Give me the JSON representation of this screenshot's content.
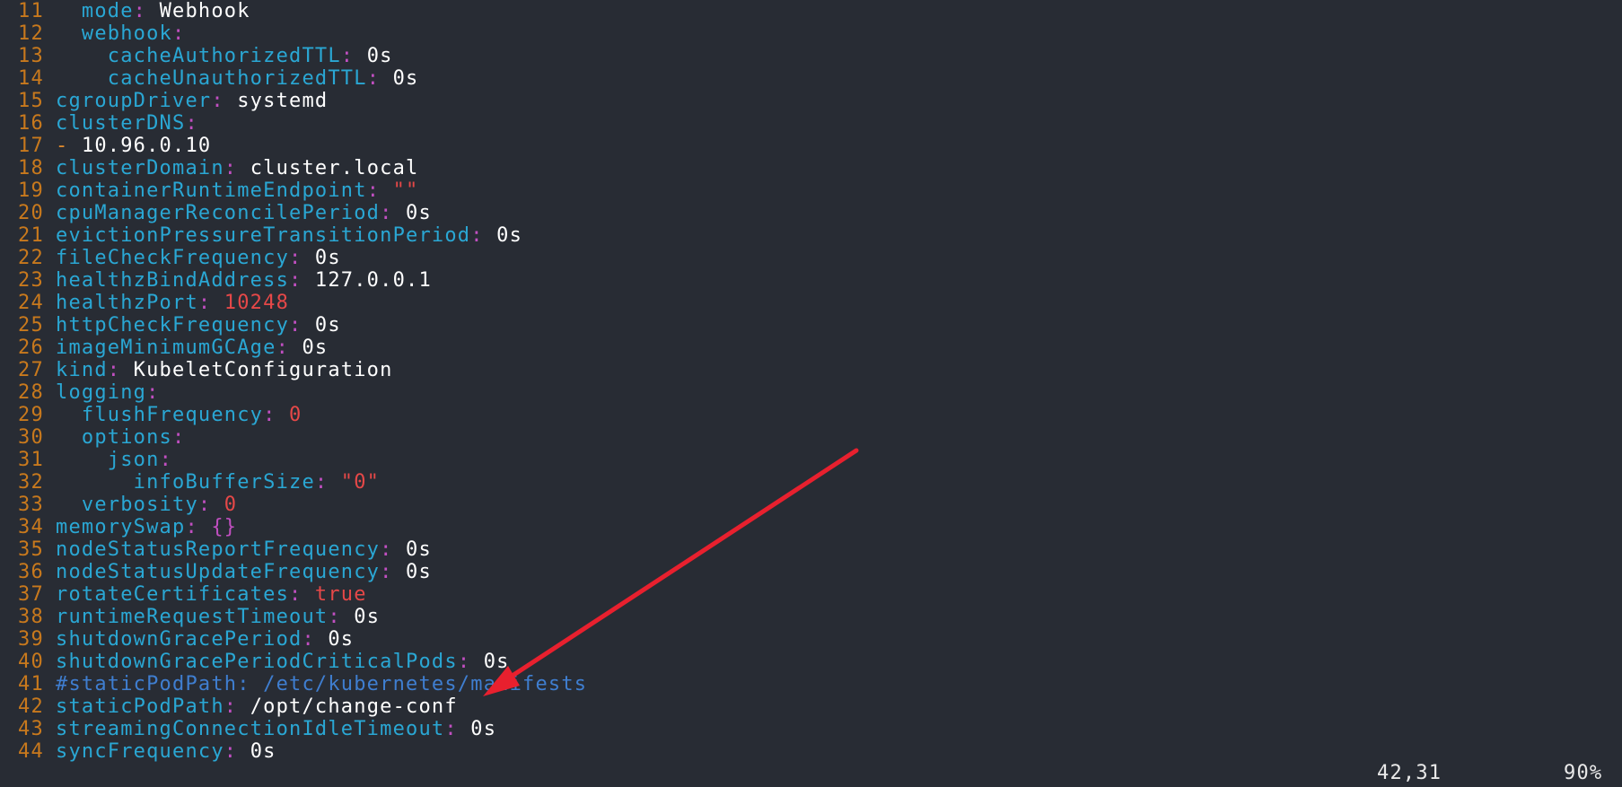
{
  "editor": {
    "lines": [
      {
        "n": "11",
        "indent": "  ",
        "key": "mode",
        "sep": ": ",
        "val": "Webhook",
        "vtype": "v"
      },
      {
        "n": "12",
        "indent": "  ",
        "key": "webhook",
        "sep": ":",
        "val": "",
        "vtype": "v"
      },
      {
        "n": "13",
        "indent": "    ",
        "key": "cacheAuthorizedTTL",
        "sep": ": ",
        "val": "0s",
        "vtype": "v"
      },
      {
        "n": "14",
        "indent": "    ",
        "key": "cacheUnauthorizedTTL",
        "sep": ": ",
        "val": "0s",
        "vtype": "v"
      },
      {
        "n": "15",
        "indent": "",
        "key": "cgroupDriver",
        "sep": ": ",
        "val": "systemd",
        "vtype": "v"
      },
      {
        "n": "16",
        "indent": "",
        "key": "clusterDNS",
        "sep": ":",
        "val": "",
        "vtype": "v"
      },
      {
        "n": "17",
        "indent": "",
        "dash": "- ",
        "key": "",
        "sep": "",
        "val": "10.96.0.10",
        "vtype": "v"
      },
      {
        "n": "18",
        "indent": "",
        "key": "clusterDomain",
        "sep": ": ",
        "val": "cluster.local",
        "vtype": "v"
      },
      {
        "n": "19",
        "indent": "",
        "key": "containerRuntimeEndpoint",
        "sep": ": ",
        "val": "\"\"",
        "vtype": "r"
      },
      {
        "n": "20",
        "indent": "",
        "key": "cpuManagerReconcilePeriod",
        "sep": ": ",
        "val": "0s",
        "vtype": "v"
      },
      {
        "n": "21",
        "indent": "",
        "key": "evictionPressureTransitionPeriod",
        "sep": ": ",
        "val": "0s",
        "vtype": "v"
      },
      {
        "n": "22",
        "indent": "",
        "key": "fileCheckFrequency",
        "sep": ": ",
        "val": "0s",
        "vtype": "v"
      },
      {
        "n": "23",
        "indent": "",
        "key": "healthzBindAddress",
        "sep": ": ",
        "val": "127.0.0.1",
        "vtype": "v"
      },
      {
        "n": "24",
        "indent": "",
        "key": "healthzPort",
        "sep": ": ",
        "val": "10248",
        "vtype": "r"
      },
      {
        "n": "25",
        "indent": "",
        "key": "httpCheckFrequency",
        "sep": ": ",
        "val": "0s",
        "vtype": "v"
      },
      {
        "n": "26",
        "indent": "",
        "key": "imageMinimumGCAge",
        "sep": ": ",
        "val": "0s",
        "vtype": "v"
      },
      {
        "n": "27",
        "indent": "",
        "key": "kind",
        "sep": ": ",
        "val": "KubeletConfiguration",
        "vtype": "v"
      },
      {
        "n": "28",
        "indent": "",
        "key": "logging",
        "sep": ":",
        "val": "",
        "vtype": "v"
      },
      {
        "n": "29",
        "indent": "  ",
        "key": "flushFrequency",
        "sep": ": ",
        "val": "0",
        "vtype": "r"
      },
      {
        "n": "30",
        "indent": "  ",
        "key": "options",
        "sep": ":",
        "val": "",
        "vtype": "v"
      },
      {
        "n": "31",
        "indent": "    ",
        "key": "json",
        "sep": ":",
        "val": "",
        "vtype": "v"
      },
      {
        "n": "32",
        "indent": "      ",
        "key": "infoBufferSize",
        "sep": ": ",
        "val": "\"0\"",
        "vtype": "r"
      },
      {
        "n": "33",
        "indent": "  ",
        "key": "verbosity",
        "sep": ": ",
        "val": "0",
        "vtype": "r"
      },
      {
        "n": "34",
        "indent": "",
        "key": "memorySwap",
        "sep": ": ",
        "val": "{}",
        "vtype": "p"
      },
      {
        "n": "35",
        "indent": "",
        "key": "nodeStatusReportFrequency",
        "sep": ": ",
        "val": "0s",
        "vtype": "v"
      },
      {
        "n": "36",
        "indent": "",
        "key": "nodeStatusUpdateFrequency",
        "sep": ": ",
        "val": "0s",
        "vtype": "v"
      },
      {
        "n": "37",
        "indent": "",
        "key": "rotateCertificates",
        "sep": ": ",
        "val": "true",
        "vtype": "r"
      },
      {
        "n": "38",
        "indent": "",
        "key": "runtimeRequestTimeout",
        "sep": ": ",
        "val": "0s",
        "vtype": "v"
      },
      {
        "n": "39",
        "indent": "",
        "key": "shutdownGracePeriod",
        "sep": ": ",
        "val": "0s",
        "vtype": "v"
      },
      {
        "n": "40",
        "indent": "",
        "key": "shutdownGracePeriodCriticalPods",
        "sep": ": ",
        "val": "0s",
        "vtype": "v"
      },
      {
        "n": "41",
        "indent": "",
        "comment": "#staticPodPath: /etc/kubernetes/manifests",
        "key": "",
        "sep": "",
        "val": "",
        "vtype": "v"
      },
      {
        "n": "42",
        "indent": "",
        "key": "staticPodPath",
        "sep": ": ",
        "val": "/opt/change-conf",
        "vtype": "v"
      },
      {
        "n": "43",
        "indent": "",
        "key": "streamingConnectionIdleTimeout",
        "sep": ": ",
        "val": "0s",
        "vtype": "v"
      },
      {
        "n": "44",
        "indent": "",
        "key": "syncFrequency",
        "sep": ": ",
        "val": "0s",
        "vtype": "v"
      }
    ]
  },
  "statusbar": {
    "cursor_position": "42,31",
    "scroll_percent": "90%"
  },
  "colors": {
    "background": "#282c34",
    "line_number": "#c8791d",
    "key": "#2aa7d4",
    "punctuation": "#c14fc1",
    "value": "#ffffff",
    "literal": "#e64848",
    "comment": "#3f7ed0",
    "annotation_arrow": "#e8202e"
  }
}
